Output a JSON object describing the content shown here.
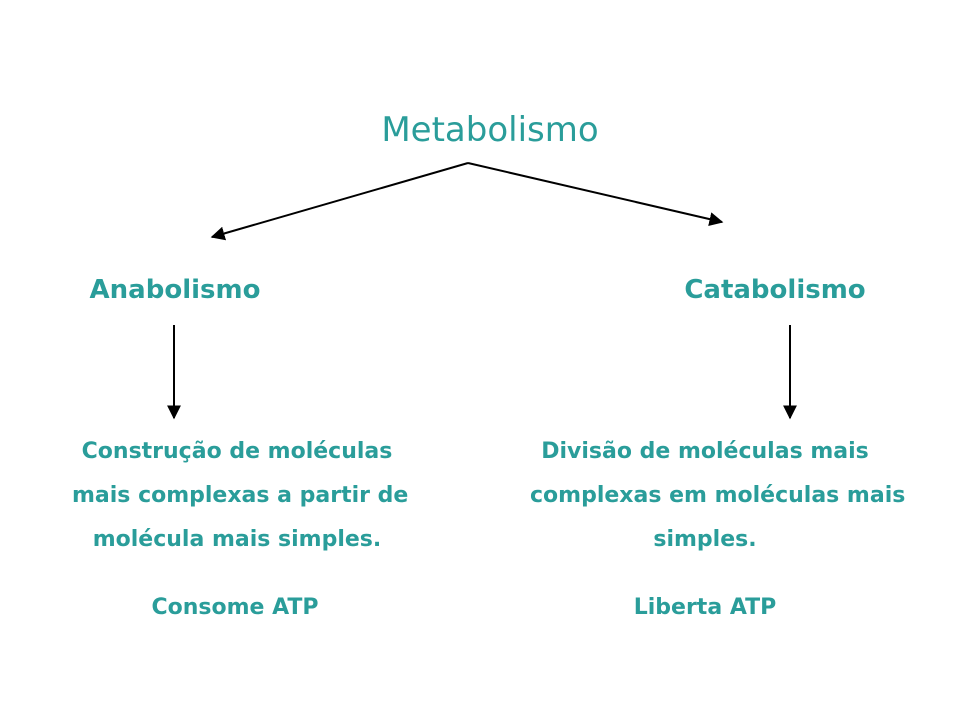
{
  "diagram": {
    "root": {
      "label": "Metabolismo"
    },
    "left": {
      "label": "Anabolismo",
      "description": [
        "Construção de moléculas",
        "mais complexas a partir de",
        "molécula mais simples."
      ],
      "energy": "Consome ATP"
    },
    "right": {
      "label": "Catabolismo",
      "description": [
        "Divisão de moléculas mais",
        "complexas em moléculas mais",
        "simples."
      ],
      "energy": "Liberta ATP"
    },
    "colors": {
      "text": "#2a9d9a",
      "arrows": "#000000"
    }
  }
}
